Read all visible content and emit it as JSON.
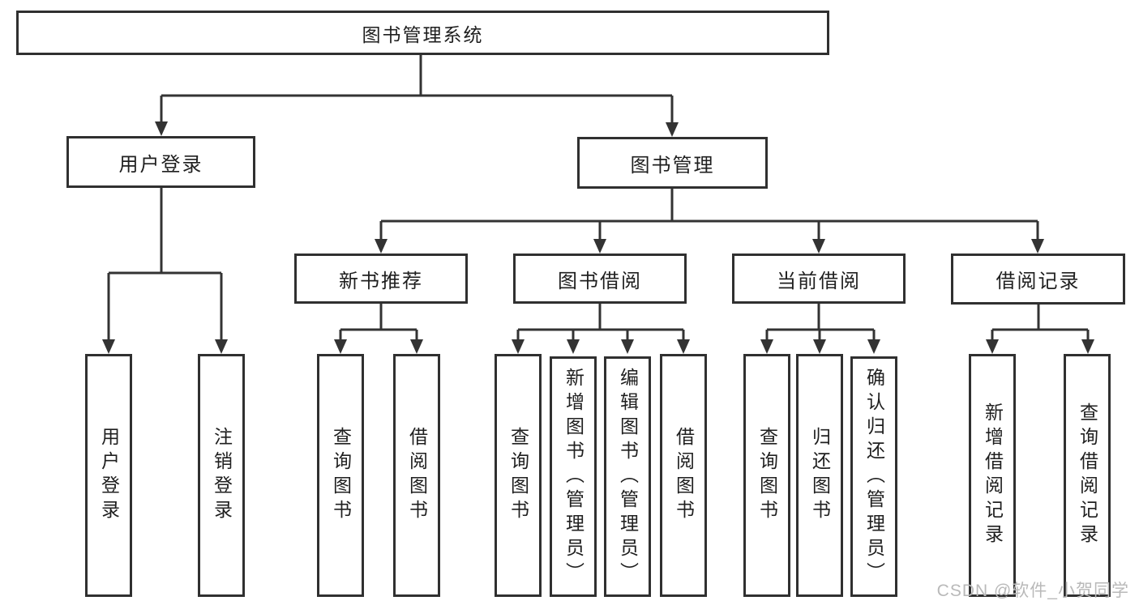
{
  "nodes": {
    "root": "图书管理系统",
    "user_login_group": "用户登录",
    "book_mgmt": "图书管理",
    "new_book_rec": "新书推荐",
    "book_borrow": "图书借阅",
    "current_borrow": "当前借阅",
    "borrow_records": "借阅记录",
    "user_login": "用户登录",
    "logout": "注销登录",
    "nb_query": "查询图书",
    "nb_borrow": "借阅图书",
    "bb_query": "查询图书",
    "bb_add": "新增图书（管理员）",
    "bb_edit": "编辑图书（管理员）",
    "bb_borrow": "借阅图书",
    "cb_query": "查询图书",
    "cb_return": "归还图书",
    "cb_confirm": "确认归还（管理员）",
    "br_add": "新增借阅记录",
    "br_query": "查询借阅记录"
  },
  "watermark": "CSDN @软件_小贺同学",
  "colors": {
    "line": "#333333",
    "box_border": "#303030",
    "text": "#1f1f1f",
    "watermark": "#b9b9b9",
    "background": "#ffffff"
  }
}
